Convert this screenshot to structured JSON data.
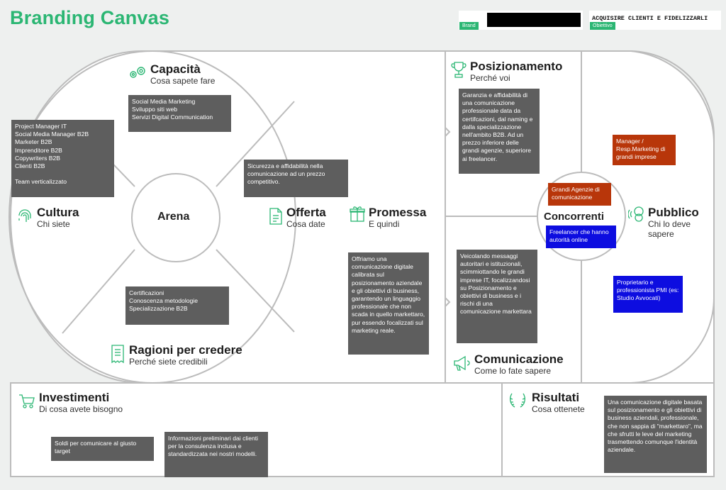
{
  "title": "Branding Canvas",
  "brand": {
    "tag": "Brand"
  },
  "obiettivo": {
    "tag": "Obiettivo",
    "value": "ACQUISIRE CLIENTI E FIDELIZZARLI"
  },
  "colors": {
    "accent": "#2bb673",
    "note": "#5e5e5e",
    "competitor": "#b8360a",
    "audience": "#0d0de0"
  },
  "sections": {
    "capacita": {
      "title": "Capacità",
      "subtitle": "Cosa sapete fare",
      "icon": "gears-icon"
    },
    "cultura": {
      "title": "Cultura",
      "subtitle": "Chi siete",
      "icon": "fingerprint-icon"
    },
    "offerta": {
      "title": "Offerta",
      "subtitle": "Cosa date",
      "icon": "document-icon"
    },
    "ragioni": {
      "title": "Ragioni per credere",
      "subtitle": "Perché siete credibili",
      "icon": "receipt-icon"
    },
    "promessa": {
      "title": "Promessa",
      "subtitle": "E quindi",
      "icon": "gift-icon"
    },
    "posizionamento": {
      "title": "Posizionamento",
      "subtitle": "Perché voi",
      "icon": "trophy-icon"
    },
    "comunicazione": {
      "title": "Comunicazione",
      "subtitle": "Come lo fate sapere",
      "icon": "megaphone-icon"
    },
    "pubblico": {
      "title": "Pubblico",
      "subtitle": "Chi lo deve sapere",
      "icon": "faces-icon"
    },
    "investimenti": {
      "title": "Investimenti",
      "subtitle": "Di cosa avete bisogno",
      "icon": "cart-icon"
    },
    "risultati": {
      "title": "Risultati",
      "subtitle": "Cosa ottenete",
      "icon": "laurel-icon"
    }
  },
  "arena": "Arena",
  "concorrenti": "Concorrenti",
  "notes": {
    "capacita": "Social Media Marketing\nSviluppo siti web\nServizi Digital Communication",
    "cultura": "Project Manager IT\nSocial Media Manager B2B\nMarketer B2B\nImprenditore B2B\nCopywriters B2B\nClienti B2B\n\nTeam verticalizzato",
    "offerta": "Sicurezza e affidabilità nella comunicazione ad un prezzo competitivo.",
    "ragioni": "Certificazioni\nConoscenza metodologie\nSpecializzazione B2B",
    "promessa": "Offriamo una comunicazione digitale calibrata sul posizionamento aziendale e gli obiettivi di business, garantendo un linguaggio professionale che non scada in quello markettaro, pur essendo focalizzati sul marketing reale.",
    "posizionamento": "Garanzia e affidabilità di una comunicazione professionale data da certifcazioni, dal naming e dalla specializzazione nell'ambito B2B. Ad un prezzo inferiore delle grandi agenzie, superiore ai freelancer.",
    "comunicazione": "Veicolando messaggi autoritari e istituzionali, scimmiottando le grandi imprese IT, focalizzandosi su Posizionamento e obiettivi di business e i rischi di una comunicazione markettara",
    "concorrente1": "Grandi Agenzie di comunicazione",
    "concorrente2": "Freelancer che hanno autorità online",
    "pubblico1": "Manager / Resp.Marketing di grandi imprese",
    "pubblico2": "Proprietario e professionista PMI (es: Studio Avvocati)",
    "investimenti1": "Soldi per comunicare al giusto target",
    "investimenti2": "Informazioni preliminari dai clienti per la consulenza inclusa e standardizzata nei nostri modelli.",
    "risultati": "Una comunicazione digitale basata sul posizionamento e gli obiettivi di business aziendali, professionale, che non sappia di \"markettaro\", ma che sfrutti le leve del marketing trasmettendo comunque l'identità aziendale."
  }
}
